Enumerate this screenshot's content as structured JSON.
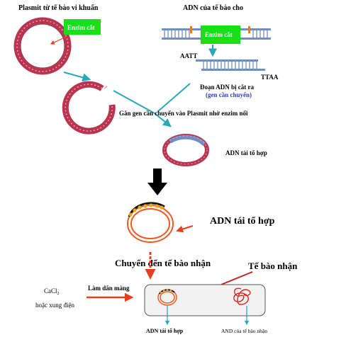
{
  "labels": {
    "plasmid_title": "Plasmit từ tế bào vi khuẩn",
    "donor_title": "ADN của tế bào cho",
    "enzyme_left": "Enzim cắt",
    "enzyme_right": "Enzim cắt",
    "sticky_top": "AATT",
    "sticky_bottom": "TTAA",
    "fragment_line1": "Đoạn ADN bị cắt ra",
    "fragment_line2": "(gen cần chuyển)",
    "ligation_step": "Gắn gen cần chuyển vào Plasmit nhờ enzim nối",
    "recombinant_small": "ADN tái tổ hợp",
    "recombinant_large": "ADN tái tổ hợp",
    "transfer_step": "Chuyển đến tế bào nhận",
    "host_cell": "Tế bào nhận",
    "treatment_membrane": "Làm dãn màng",
    "cacl2_main": "CaCl",
    "cacl2_sub": "2",
    "cacl2_line2": "hoặc xung điện",
    "bottom_left": "ADN tái tổ hợp",
    "bottom_right": "AND của tế bào nhận"
  },
  "colors": {
    "plasmid": "#b9344e",
    "enzyme_box": "#18e018",
    "arrow_teal": "#2aa7b8",
    "dna_blue": "#6f8fc4",
    "red_arrow": "#e8401c",
    "orange_ring": "#f05a22",
    "fragment_text_blue": "#2f3fb0"
  }
}
